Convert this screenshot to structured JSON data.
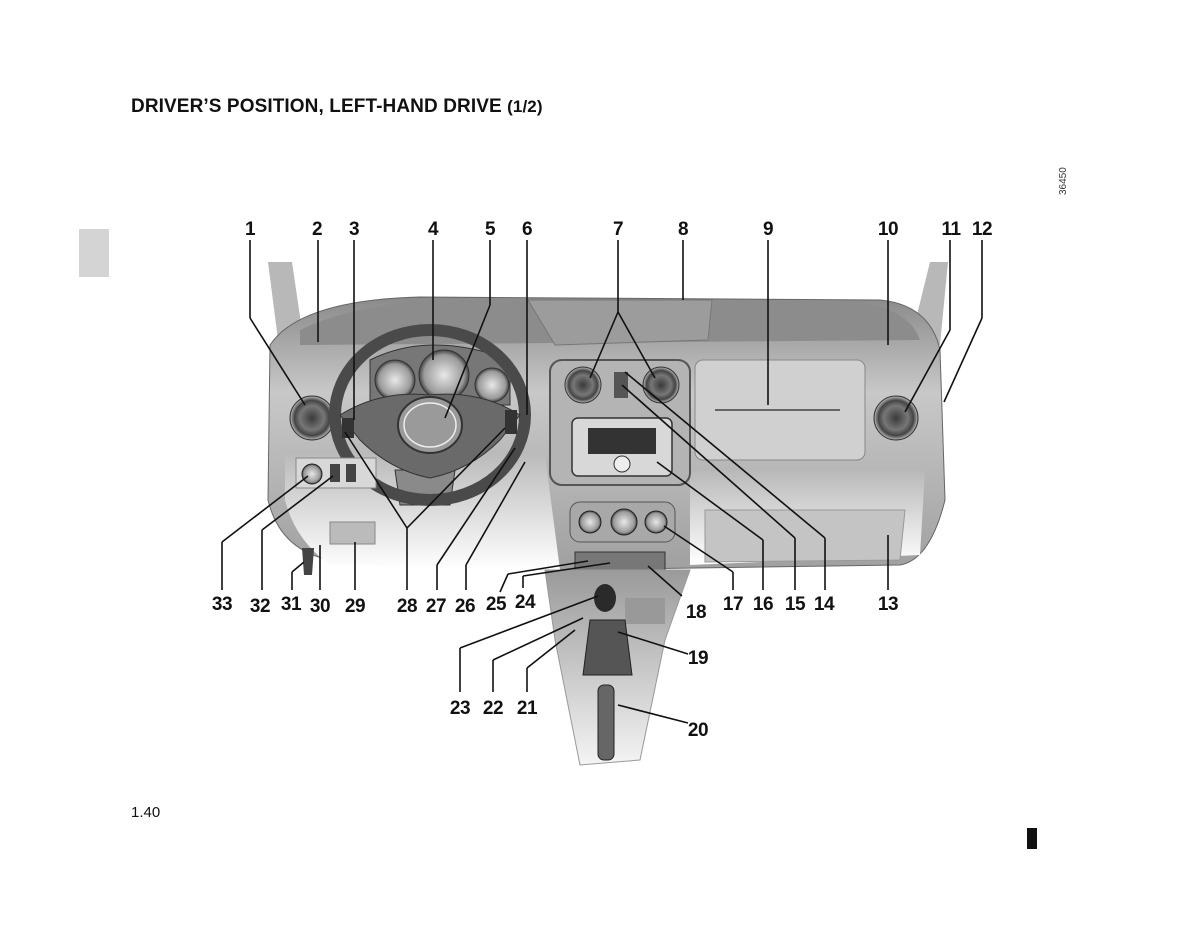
{
  "header": {
    "title": "DRIVER’S POSITION, LEFT-HAND DRIVE",
    "subtitle": "(1/2)"
  },
  "figure": {
    "reference": "36450",
    "callouts": [
      "1",
      "2",
      "3",
      "4",
      "5",
      "6",
      "7",
      "8",
      "9",
      "10",
      "11",
      "12",
      "13",
      "14",
      "15",
      "16",
      "17",
      "18",
      "19",
      "20",
      "21",
      "22",
      "23",
      "24",
      "25",
      "26",
      "27",
      "28",
      "29",
      "30",
      "31",
      "32",
      "33"
    ]
  },
  "footer": {
    "page_number": "1.40"
  }
}
